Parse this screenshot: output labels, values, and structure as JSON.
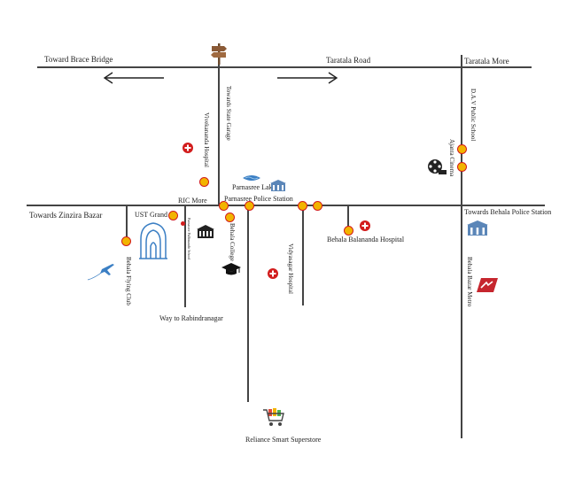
{
  "roads": {
    "top_left": "Toward Brace Bridge",
    "top_road": "Taratala Road",
    "top_right": "Taratala More",
    "state_garage": "Towards State Garage",
    "zinzira": "Towards Zinzira Bazar",
    "behala_police": "Towards Behala Police Station",
    "rabindranagar": "Way to Rabindranagar"
  },
  "places": {
    "vivekananda": "Vivekananda Hospital",
    "parnasree_lake": "Parnasree Lake",
    "parnasree_police": "Parnasree Police Station",
    "ric_more": "RIC More",
    "ust_grand": "UST Grand",
    "parnasree_school": "Parnasree Pallimandir School",
    "behala_college": "Behala College",
    "flying_club": "Behala Flying Club",
    "vidyasagar": "Vidyasagar Hospital",
    "balananda": "Behala Balananda Hospital",
    "dav": "D.A.V Public School",
    "ajanta": "Ajanta Cinema",
    "metro": "Behala Bazar Metro",
    "reliance": "Reliance Smart Superstore"
  },
  "icons": {
    "signpost": "signpost-icon",
    "hospital": "hospital-cross-icon",
    "lake": "lake-icon",
    "police": "police-building-icon",
    "college": "graduation-cap-icon",
    "school": "school-building-icon",
    "airplane": "airplane-icon",
    "cinema": "film-reel-icon",
    "metro": "metro-icon",
    "shopping": "shopping-cart-icon",
    "logo": "building-logo-icon"
  },
  "colors": {
    "road": "#444444",
    "marker_fill": "#f2b400",
    "marker_ring": "#d21c1c",
    "hospital": "#d21c1c",
    "water": "#3b7fc4",
    "police": "#5b86b8"
  }
}
